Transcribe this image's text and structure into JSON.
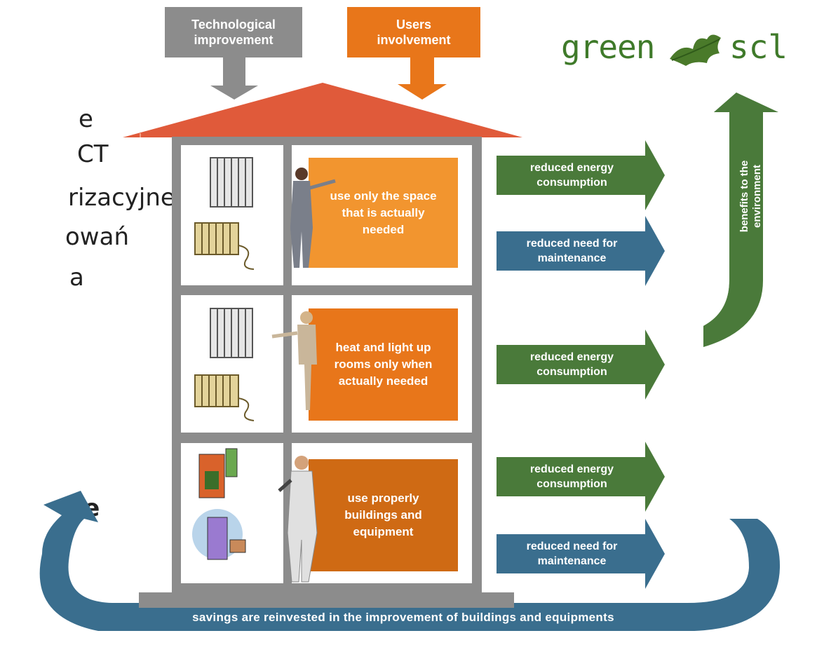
{
  "colors": {
    "gray": "#8c8c8c",
    "orange": "#e8761a",
    "light_orange": "#f2952f",
    "dark_orange": "#cf6a14",
    "green": "#4a7a3a",
    "blue": "#3a6e8e",
    "roof": "#e05a3a",
    "logo_green": "#3f7a2a"
  },
  "slide_text": {
    "line1": "e",
    "line2": "CT",
    "line3": "rizacyjne",
    "line4": "owań",
    "line5": "a",
    "line6": "ne"
  },
  "header": {
    "tech_label": "Technological improvement",
    "users_label": "Users involvement",
    "logo_text": "green",
    "logo_text_tail": "scl"
  },
  "floors": [
    {
      "card": "use only the space that is actually needed"
    },
    {
      "card": "heat and light up rooms only when actually needed"
    },
    {
      "card": "use properly buildings and equipment"
    }
  ],
  "arrows": [
    {
      "label": "reduced energy consumption",
      "color": "green"
    },
    {
      "label": "reduced need for maintenance",
      "color": "blue"
    },
    {
      "label": "reduced energy consumption",
      "color": "green"
    },
    {
      "label": "reduced energy consumption",
      "color": "green"
    },
    {
      "label": "reduced need for maintenance",
      "color": "blue"
    }
  ],
  "side_arrow": {
    "label": "benefits to the environment"
  },
  "bottom_arrow": {
    "label": "savings are reinvested in the improvement of buildings and equipments"
  }
}
